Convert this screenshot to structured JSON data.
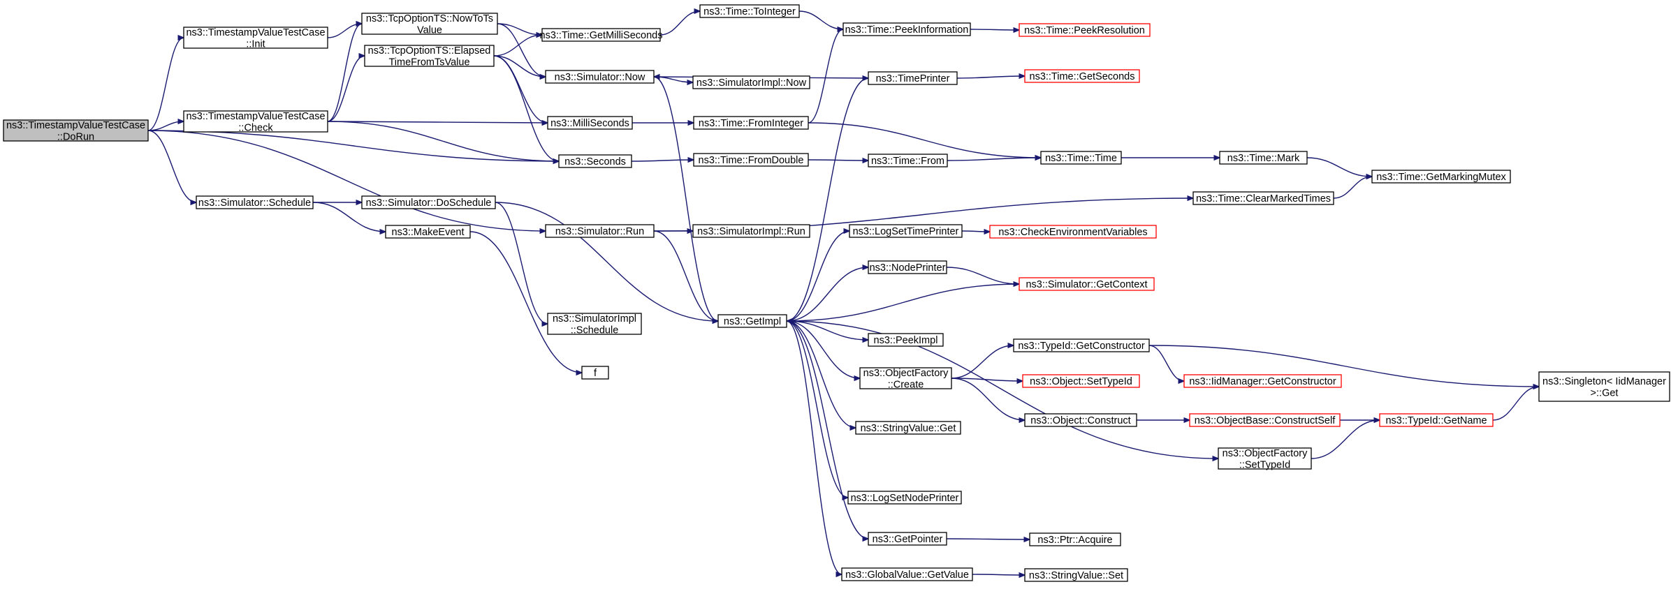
{
  "colors": {
    "edge": "#191970",
    "border": "#000000",
    "border_undocumented": "#ff0000",
    "root_fill": "#bfbfbf",
    "fill": "#ffffff"
  },
  "nodes": [
    {
      "id": "root",
      "lines": [
        "ns3::TimestampValueTestCase",
        "::DoRun"
      ],
      "style": "root"
    },
    {
      "id": "tvt_init",
      "lines": [
        "ns3::TimestampValueTestCase",
        "::Init"
      ],
      "style": "normal"
    },
    {
      "id": "tvt_check",
      "lines": [
        "ns3::TimestampValueTestCase",
        "::Check"
      ],
      "style": "normal"
    },
    {
      "id": "sim_schedule",
      "lines": [
        "ns3::Simulator::Schedule"
      ],
      "style": "normal"
    },
    {
      "id": "nowtots",
      "lines": [
        "ns3::TcpOptionTS::NowToTs",
        "Value"
      ],
      "style": "normal"
    },
    {
      "id": "elapsed",
      "lines": [
        "ns3::TcpOptionTS::Elapsed",
        "TimeFromTsValue"
      ],
      "style": "normal"
    },
    {
      "id": "sim_doschedule",
      "lines": [
        "ns3::Simulator::DoSchedule"
      ],
      "style": "normal"
    },
    {
      "id": "makeevent",
      "lines": [
        "ns3::MakeEvent"
      ],
      "style": "normal"
    },
    {
      "id": "getms",
      "lines": [
        "ns3::Time::GetMilliSeconds"
      ],
      "style": "normal"
    },
    {
      "id": "sim_now",
      "lines": [
        "ns3::Simulator::Now"
      ],
      "style": "normal"
    },
    {
      "id": "milliseconds",
      "lines": [
        "ns3::MilliSeconds"
      ],
      "style": "normal"
    },
    {
      "id": "seconds",
      "lines": [
        "ns3::Seconds"
      ],
      "style": "normal"
    },
    {
      "id": "sim_run",
      "lines": [
        "ns3::Simulator::Run"
      ],
      "style": "normal"
    },
    {
      "id": "simimpl_schedule",
      "lines": [
        "ns3::SimulatorImpl",
        "::Schedule"
      ],
      "style": "normal"
    },
    {
      "id": "f",
      "lines": [
        "f"
      ],
      "style": "normal"
    },
    {
      "id": "tointeger",
      "lines": [
        "ns3::Time::ToInteger"
      ],
      "style": "normal"
    },
    {
      "id": "simimpl_now",
      "lines": [
        "ns3::SimulatorImpl::Now"
      ],
      "style": "normal"
    },
    {
      "id": "frominteger",
      "lines": [
        "ns3::Time::FromInteger"
      ],
      "style": "normal"
    },
    {
      "id": "fromdouble",
      "lines": [
        "ns3::Time::FromDouble"
      ],
      "style": "normal"
    },
    {
      "id": "simimpl_run",
      "lines": [
        "ns3::SimulatorImpl::Run"
      ],
      "style": "normal"
    },
    {
      "id": "getimpl",
      "lines": [
        "ns3::GetImpl"
      ],
      "style": "normal"
    },
    {
      "id": "peekinfo",
      "lines": [
        "ns3::Time::PeekInformation"
      ],
      "style": "normal"
    },
    {
      "id": "timeprinter",
      "lines": [
        "ns3::TimePrinter"
      ],
      "style": "normal"
    },
    {
      "id": "time_from",
      "lines": [
        "ns3::Time::From"
      ],
      "style": "normal"
    },
    {
      "id": "logsettimeprinter",
      "lines": [
        "ns3::LogSetTimePrinter"
      ],
      "style": "normal"
    },
    {
      "id": "nodeprinter",
      "lines": [
        "ns3::NodePrinter"
      ],
      "style": "normal"
    },
    {
      "id": "peekimpl",
      "lines": [
        "ns3::PeekImpl"
      ],
      "style": "normal"
    },
    {
      "id": "objfactory_create",
      "lines": [
        "ns3::ObjectFactory",
        "::Create"
      ],
      "style": "normal"
    },
    {
      "id": "stringvalue_get",
      "lines": [
        "ns3::StringValue::Get"
      ],
      "style": "normal"
    },
    {
      "id": "logsetnodeprinter",
      "lines": [
        "ns3::LogSetNodePrinter"
      ],
      "style": "normal"
    },
    {
      "id": "getpointer",
      "lines": [
        "ns3::GetPointer"
      ],
      "style": "normal"
    },
    {
      "id": "globalvalue_getvalue",
      "lines": [
        "ns3::GlobalValue::GetValue"
      ],
      "style": "normal"
    },
    {
      "id": "peekresolution",
      "lines": [
        "ns3::Time::PeekResolution"
      ],
      "style": "red"
    },
    {
      "id": "getseconds",
      "lines": [
        "ns3::Time::GetSeconds"
      ],
      "style": "red"
    },
    {
      "id": "time_time",
      "lines": [
        "ns3::Time::Time"
      ],
      "style": "normal"
    },
    {
      "id": "checkenv",
      "lines": [
        "ns3::CheckEnvironmentVariables"
      ],
      "style": "red"
    },
    {
      "id": "sim_getcontext",
      "lines": [
        "ns3::Simulator::GetContext"
      ],
      "style": "red"
    },
    {
      "id": "typeid_getconstructor",
      "lines": [
        "ns3::TypeId::GetConstructor"
      ],
      "style": "normal"
    },
    {
      "id": "object_settypeid",
      "lines": [
        "ns3::Object::SetTypeId"
      ],
      "style": "red"
    },
    {
      "id": "object_construct",
      "lines": [
        "ns3::Object::Construct"
      ],
      "style": "normal"
    },
    {
      "id": "objfactory_settypeid",
      "lines": [
        "ns3::ObjectFactory",
        "::SetTypeId"
      ],
      "style": "normal"
    },
    {
      "id": "ptr_acquire",
      "lines": [
        "ns3::Ptr::Acquire"
      ],
      "style": "normal"
    },
    {
      "id": "stringvalue_set",
      "lines": [
        "ns3::StringValue::Set"
      ],
      "style": "normal"
    },
    {
      "id": "time_mark",
      "lines": [
        "ns3::Time::Mark"
      ],
      "style": "normal"
    },
    {
      "id": "clearmarkedtimes",
      "lines": [
        "ns3::Time::ClearMarkedTimes"
      ],
      "style": "normal"
    },
    {
      "id": "iidmanager_getconstructor",
      "lines": [
        "ns3::IidManager::GetConstructor"
      ],
      "style": "red"
    },
    {
      "id": "objectbase_constructself",
      "lines": [
        "ns3::ObjectBase::ConstructSelf"
      ],
      "style": "red"
    },
    {
      "id": "typeid_getname",
      "lines": [
        "ns3::TypeId::GetName"
      ],
      "style": "red"
    },
    {
      "id": "getmarkingmutex",
      "lines": [
        "ns3::Time::GetMarkingMutex"
      ],
      "style": "normal"
    },
    {
      "id": "singleton_get",
      "lines": [
        "ns3::Singleton< IidManager",
        ">::Get"
      ],
      "style": "normal"
    }
  ],
  "edges": [
    [
      "root",
      "tvt_init"
    ],
    [
      "root",
      "tvt_check"
    ],
    [
      "root",
      "seconds"
    ],
    [
      "root",
      "sim_run"
    ],
    [
      "root",
      "sim_schedule"
    ],
    [
      "tvt_init",
      "nowtots"
    ],
    [
      "tvt_check",
      "nowtots"
    ],
    [
      "tvt_check",
      "elapsed"
    ],
    [
      "tvt_check",
      "milliseconds"
    ],
    [
      "tvt_check",
      "seconds"
    ],
    [
      "nowtots",
      "getms"
    ],
    [
      "nowtots",
      "sim_now"
    ],
    [
      "elapsed",
      "getms"
    ],
    [
      "elapsed",
      "sim_now"
    ],
    [
      "elapsed",
      "milliseconds"
    ],
    [
      "elapsed",
      "seconds"
    ],
    [
      "sim_schedule",
      "sim_doschedule"
    ],
    [
      "sim_schedule",
      "makeevent"
    ],
    [
      "sim_doschedule",
      "getimpl"
    ],
    [
      "sim_doschedule",
      "simimpl_schedule"
    ],
    [
      "makeevent",
      "f"
    ],
    [
      "getms",
      "tointeger"
    ],
    [
      "sim_now",
      "simimpl_now"
    ],
    [
      "sim_now",
      "getimpl"
    ],
    [
      "milliseconds",
      "frominteger"
    ],
    [
      "seconds",
      "fromdouble"
    ],
    [
      "sim_run",
      "simimpl_run"
    ],
    [
      "sim_run",
      "getimpl"
    ],
    [
      "sim_run",
      "clearmarkedtimes"
    ],
    [
      "tointeger",
      "peekinfo"
    ],
    [
      "frominteger",
      "peekinfo"
    ],
    [
      "frominteger",
      "time_time"
    ],
    [
      "fromdouble",
      "time_from"
    ],
    [
      "getimpl",
      "timeprinter"
    ],
    [
      "getimpl",
      "logsettimeprinter"
    ],
    [
      "getimpl",
      "nodeprinter"
    ],
    [
      "getimpl",
      "peekimpl"
    ],
    [
      "getimpl",
      "objfactory_create"
    ],
    [
      "getimpl",
      "stringvalue_get"
    ],
    [
      "getimpl",
      "logsetnodeprinter"
    ],
    [
      "getimpl",
      "getpointer"
    ],
    [
      "getimpl",
      "globalvalue_getvalue"
    ],
    [
      "getimpl",
      "objfactory_settypeid"
    ],
    [
      "peekinfo",
      "peekresolution"
    ],
    [
      "timeprinter",
      "sim_now"
    ],
    [
      "timeprinter",
      "getseconds"
    ],
    [
      "time_from",
      "time_time"
    ],
    [
      "time_time",
      "time_mark"
    ],
    [
      "time_mark",
      "getmarkingmutex"
    ],
    [
      "clearmarkedtimes",
      "getmarkingmutex"
    ],
    [
      "logsettimeprinter",
      "checkenv"
    ],
    [
      "nodeprinter",
      "sim_getcontext"
    ],
    [
      "sim_getcontext",
      "getimpl"
    ],
    [
      "objfactory_create",
      "typeid_getconstructor"
    ],
    [
      "objfactory_create",
      "object_settypeid"
    ],
    [
      "objfactory_create",
      "object_construct"
    ],
    [
      "typeid_getconstructor",
      "iidmanager_getconstructor"
    ],
    [
      "typeid_getconstructor",
      "singleton_get"
    ],
    [
      "object_construct",
      "objectbase_constructself"
    ],
    [
      "objectbase_constructself",
      "typeid_getname"
    ],
    [
      "objfactory_settypeid",
      "typeid_getname"
    ],
    [
      "typeid_getname",
      "singleton_get"
    ],
    [
      "getpointer",
      "ptr_acquire"
    ],
    [
      "globalvalue_getvalue",
      "stringvalue_set"
    ]
  ]
}
